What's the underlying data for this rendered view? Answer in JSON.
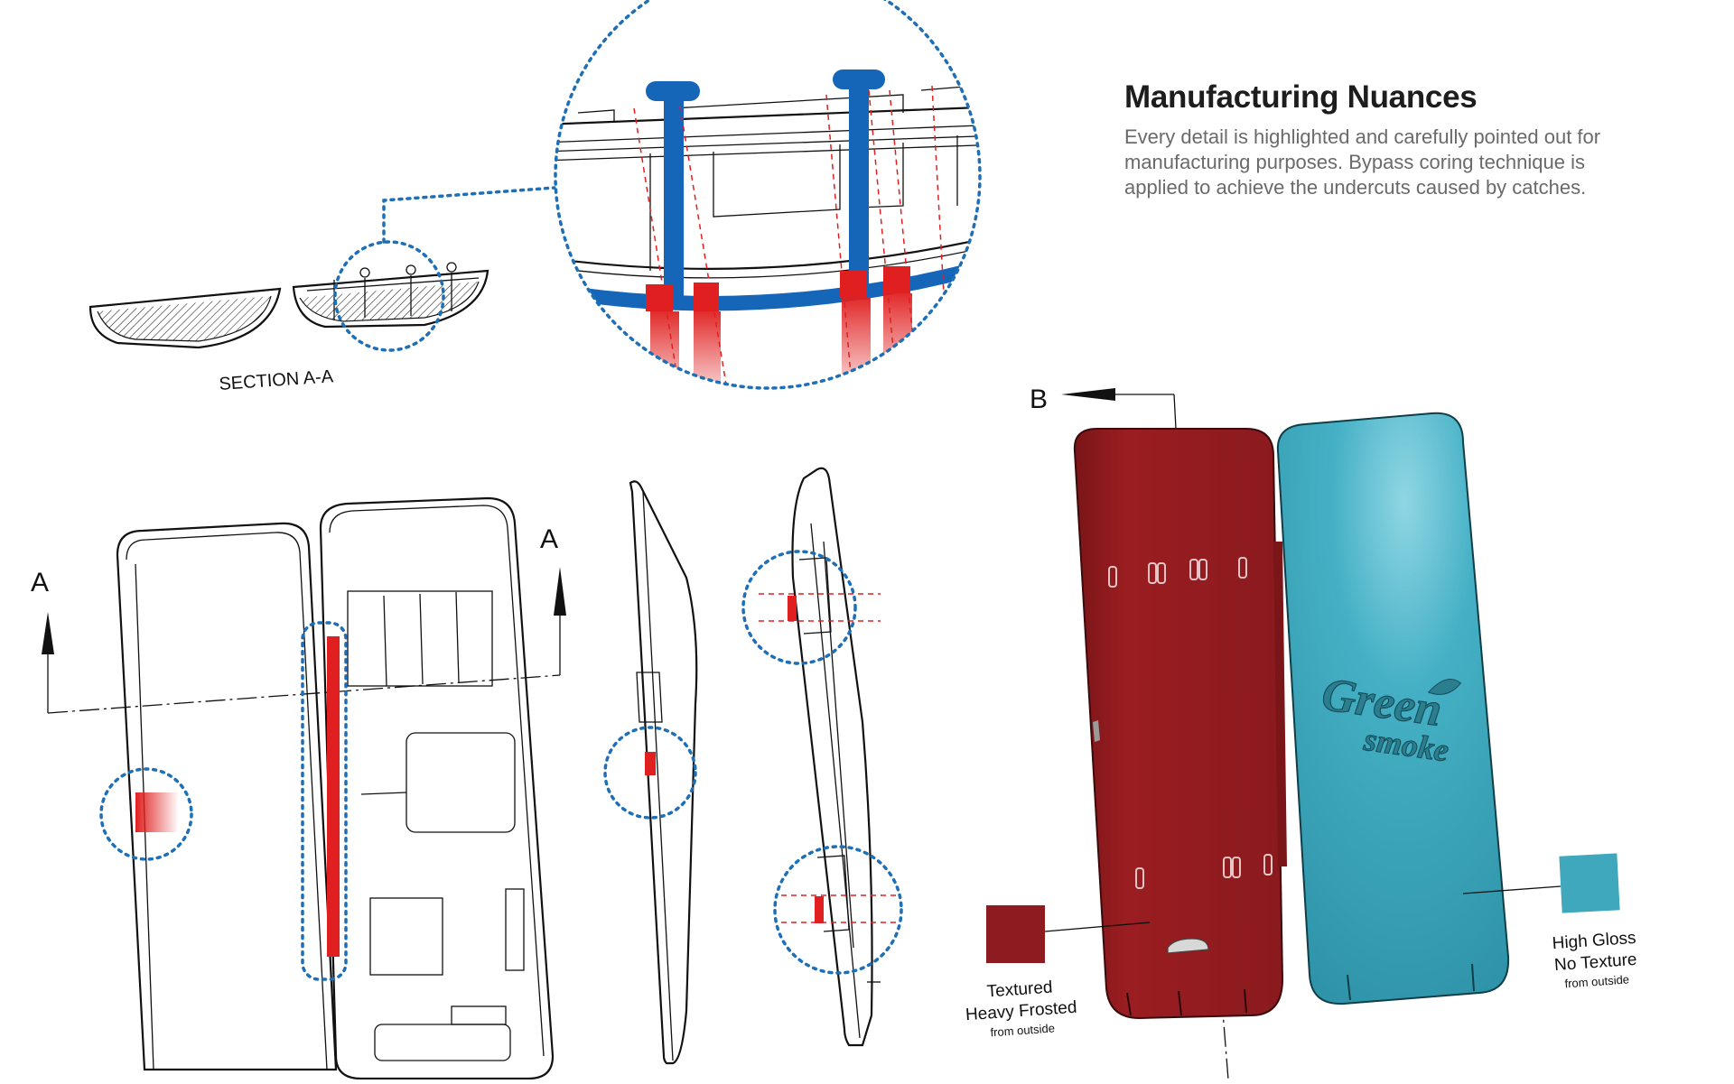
{
  "heading": {
    "title": "Manufacturing Nuances",
    "description_lines": [
      "Every detail is highlighted and carefully pointed out for",
      "manufacturing purposes. Bypass coring technique is",
      "applied to achieve the undercuts caused by catches."
    ]
  },
  "section_view": {
    "label": "SECTION  A-A"
  },
  "section_markers": {
    "a_left": "A",
    "a_right": "A",
    "b": "B"
  },
  "logo": {
    "line1": "Green",
    "line2": "smoke"
  },
  "callouts": {
    "textured": {
      "line1": "Textured",
      "line2": "Heavy Frosted",
      "line3": "from outside"
    },
    "gloss": {
      "line1": "High Gloss",
      "line2": "No Texture",
      "line3": "from outside"
    }
  },
  "colors": {
    "heading": "#1d1d1d",
    "body_text": "#6a6a6a",
    "detail_circle": "#1f6fb6",
    "bypass_core": "#1565b8",
    "undercut_highlight": "#e02020",
    "frosted_half": "#8e1b1f",
    "gloss_half": "#3fa8bd"
  }
}
